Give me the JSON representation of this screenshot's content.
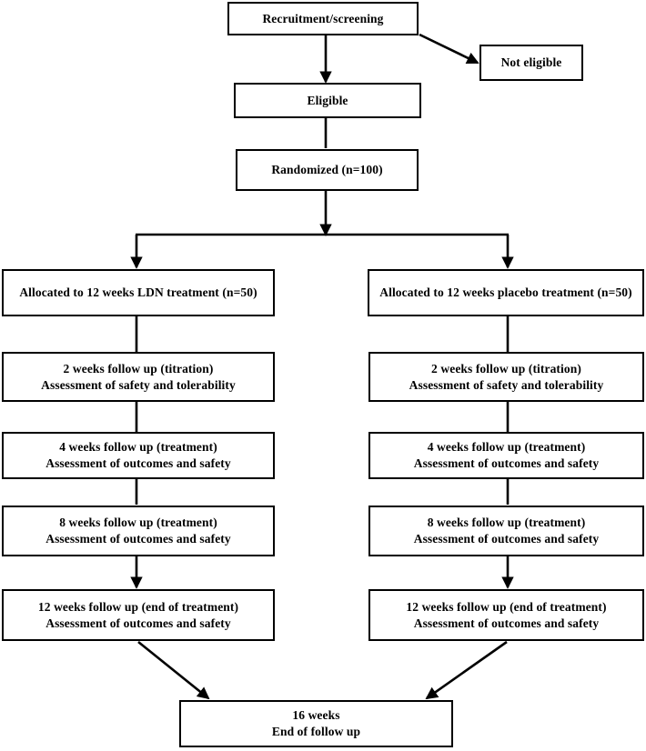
{
  "diagram": {
    "title": "Randomized controlled trial flow diagram",
    "type": "flowchart",
    "stroke_color": "#000000",
    "background_color": "#ffffff",
    "text_color": "#000000"
  },
  "nodes": {
    "recruitment": {
      "line1": "Recruitment/screening"
    },
    "not_eligible": {
      "line1": "Not eligible"
    },
    "eligible": {
      "line1": "Eligible"
    },
    "randomized": {
      "line1": "Randomized (n=100)"
    },
    "alloc_ldn": {
      "line1": "Allocated to 12 weeks LDN treatment (n=50)"
    },
    "alloc_placebo": {
      "line1": "Allocated to 12 weeks placebo treatment (n=50)"
    },
    "ldn_w2": {
      "line1": "2 weeks follow up (titration)",
      "line2": "Assessment of safety and tolerability"
    },
    "ldn_w4": {
      "line1": "4 weeks follow up (treatment)",
      "line2": "Assessment of outcomes and safety"
    },
    "ldn_w8": {
      "line1": "8 weeks follow up (treatment)",
      "line2": "Assessment of outcomes and safety"
    },
    "ldn_w12": {
      "line1": "12 weeks follow up (end of treatment)",
      "line2": "Assessment of outcomes and safety"
    },
    "pbo_w2": {
      "line1": "2 weeks follow up (titration)",
      "line2": "Assessment of safety and tolerability"
    },
    "pbo_w4": {
      "line1": "4 weeks follow up (treatment)",
      "line2": "Assessment of outcomes and safety"
    },
    "pbo_w8": {
      "line1": "8 weeks follow up (treatment)",
      "line2": "Assessment of outcomes and safety"
    },
    "pbo_w12": {
      "line1": "12 weeks follow up (end of treatment)",
      "line2": "Assessment of outcomes and safety"
    },
    "end_followup": {
      "line1": "16 weeks",
      "line2": "End of follow up"
    }
  }
}
